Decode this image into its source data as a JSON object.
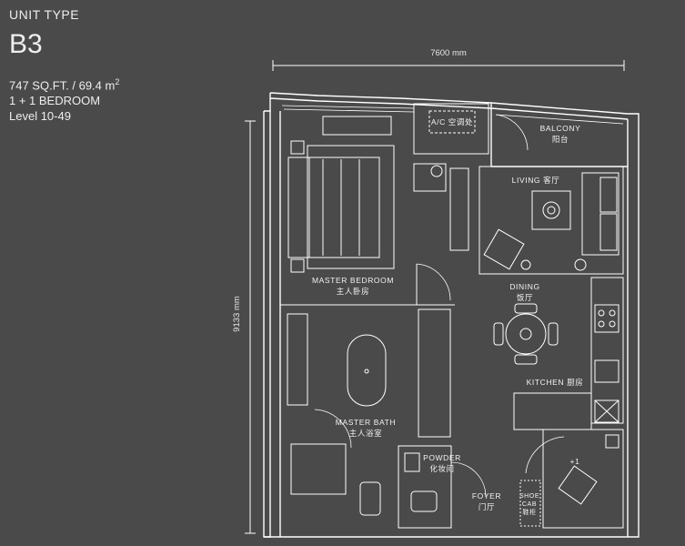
{
  "header": {
    "unit_type": "UNIT TYPE",
    "unit_code": "B3",
    "area": "747 SQ.FT. / 69.4 m",
    "area_sup": "2",
    "bedrooms": "1 + 1 BEDROOM",
    "level": "Level 10-49"
  },
  "dimensions": {
    "width": "7600 mm",
    "height": "9133 mm"
  },
  "rooms": {
    "ac_area": "A/C 空调处",
    "balcony_en": "BALCONY",
    "balcony_cn": "阳台",
    "living": "LIVING 客厅",
    "master_bedroom_en": "MASTER BEDROOM",
    "master_bedroom_cn": "主人卧房",
    "dining_en": "DINING",
    "dining_cn": "饭厅",
    "kitchen": "KITCHEN 厨房",
    "master_bath_en": "MASTER BATH",
    "master_bath_cn": "主人浴室",
    "powder_en": "POWDER",
    "powder_cn": "化妆间",
    "foyer_en": "FOYER",
    "foyer_cn": "门厅",
    "shoe_line1": "SHOE",
    "shoe_line2": "CAB",
    "shoe_cn": "鞋柜",
    "plus_one": "+1"
  },
  "colors": {
    "background": "#4a4a4a",
    "line": "#ffffff"
  }
}
